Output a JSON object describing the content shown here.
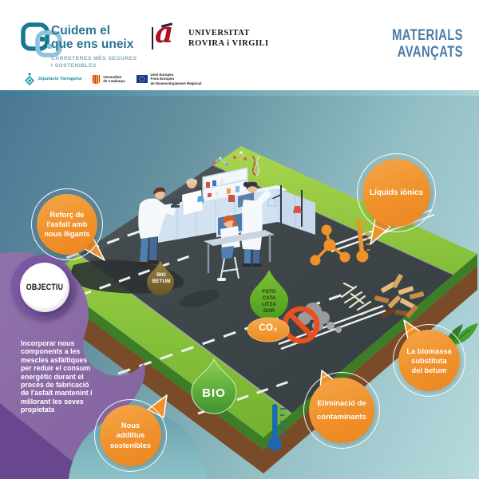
{
  "header": {
    "brand": {
      "title": "Cuidem el\nque ens uneix",
      "subtitle": "CARRETERES MÉS SEGURES\nI SOSTENIBLES",
      "logo_color_dark": "#17798f",
      "logo_color_light": "#8ec3dd"
    },
    "urv": {
      "glyph": "a",
      "name": "UNIVERSITAT\nROVIRA i VIRGILI"
    },
    "topic": "MATERIALS\nAVANÇATS",
    "partners": [
      {
        "name": "Diputació Tarragona"
      },
      {
        "name": "Generalitat\nde Catalunya"
      },
      {
        "name": "Unió Europea\nFons Europeu\nde Desenvolupament Regional"
      }
    ]
  },
  "objective": {
    "badge": "OBJECTIU",
    "description": "Incorporar nous\ncomponents a les\nmescles asfàltiques\nper reduir el consum\nenergètic durant el\nprocés de fabricació\nde l'asfalt mantenint i\nmillorant les seves\npropietats"
  },
  "bubbles": {
    "reforc": "Reforç de\nl'asfalt amb\nnous lligants",
    "liquids": "Líquids iònics",
    "biomassa": "La biomassa\nsubstituta\ndel betum",
    "eliminacio": "Eliminació de\ncontaminants",
    "additius": "Nous\nadditius\nsostenibles"
  },
  "drops": {
    "bio_betum": "BIO\nBETUM",
    "fotocatalitzador": "FOTO\nCATA\nLITZA\nDOR",
    "co2": "CO₂",
    "bio": "BIO"
  },
  "colors": {
    "accent_orange": "#f0912b",
    "purple_blob": "#8a6ba6",
    "purple_dark": "#69478f",
    "asphalt": "#3c4346",
    "grass_green": "#8cc63f",
    "steel_blue": "#4a7795",
    "topic_blue": "#4a7ca8",
    "drop_green": "#5fae2d",
    "drop_brown": "#85703a",
    "thermo_blue": "#1b69b5",
    "no_sign_red": "#e8501e"
  }
}
